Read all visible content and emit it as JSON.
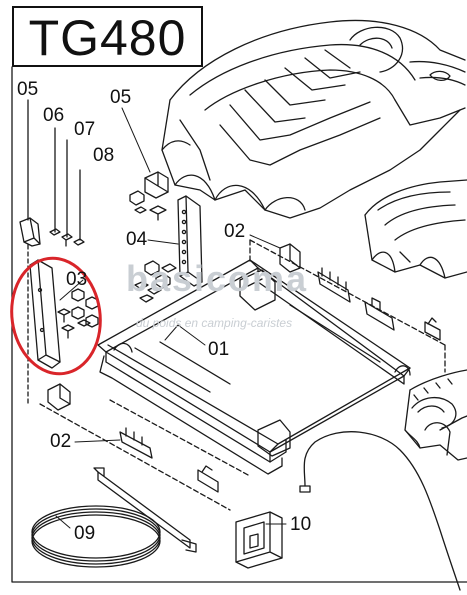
{
  "title": "TG480",
  "callouts": {
    "c01": "01",
    "c02a": "02",
    "c02b": "02",
    "c03": "03",
    "c04": "04",
    "c05a": "05",
    "c05b": "05",
    "c06": "06",
    "c07": "07",
    "c08": "08",
    "c09": "09",
    "c10": "10"
  },
  "watermark": {
    "brand": "basicoma",
    "tagline": "du poids en camping-caristes"
  },
  "colors": {
    "line": "#1a1a1a",
    "highlight": "#d9252a",
    "watermark": "#c9ced3"
  }
}
